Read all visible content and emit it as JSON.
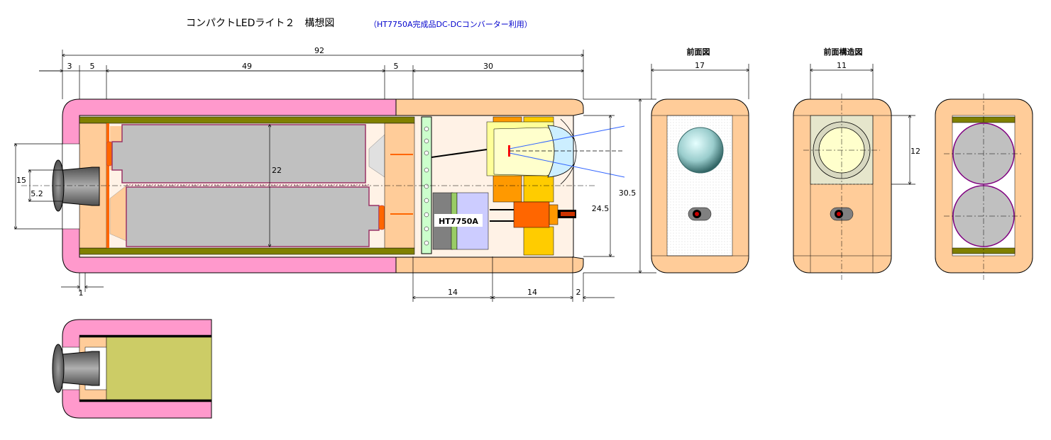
{
  "title": "コンパクトLEDライト２　構想図",
  "subtitle": "（HT7750A完成品DC-DCコンバーター利用）",
  "views": {
    "front": "前面図",
    "front_structure": "前面構造図"
  },
  "chip_label": "HT7750A",
  "dimensions": {
    "total_length": "92",
    "end_cap": "3",
    "spring_section": "5",
    "battery_length": "49",
    "gap": "5",
    "head_length": "30",
    "battery_height": "22",
    "switch_height": "15",
    "switch_inner": "5.2",
    "wall": "1",
    "inner_height": "24.5",
    "outer_height": "30.5",
    "converter_span": "14",
    "led_span": "14",
    "lens_gap": "2",
    "front_width": "17",
    "structure_width": "11",
    "structure_height": "12"
  },
  "colors": {
    "pink_body": "#ff99cc",
    "peach": "#ffcc99",
    "battery": "#c0c0c0",
    "battery_edge": "#993366",
    "tube": "#808000",
    "inner": "#fff2e6",
    "board": "#ccffcc",
    "converter": "#ccccff",
    "gold": "#ffcc00",
    "orange": "#ff9900",
    "led": "#ffff99",
    "dim_line": "#000000",
    "ray": "#3366ff",
    "subtitle": "#0000cc"
  }
}
